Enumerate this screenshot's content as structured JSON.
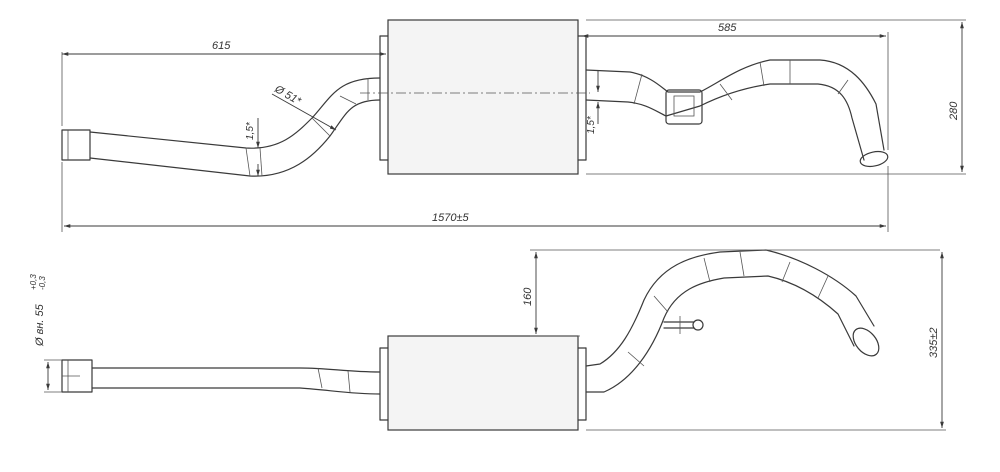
{
  "dimensions": {
    "top_left_length": "615",
    "top_right_length": "585",
    "total_length": "1570±5",
    "height_top": "280",
    "height_bottom_partial": "160",
    "height_bottom_total": "335±2",
    "pipe_diameter": "Ø 51*",
    "wall_thickness_left": "1,5*",
    "wall_thickness_right": "1,5*",
    "inner_diameter": "Ø вн. 55",
    "inner_diameter_tol_upper": "+0,3",
    "inner_diameter_tol_lower": "-0,3"
  }
}
